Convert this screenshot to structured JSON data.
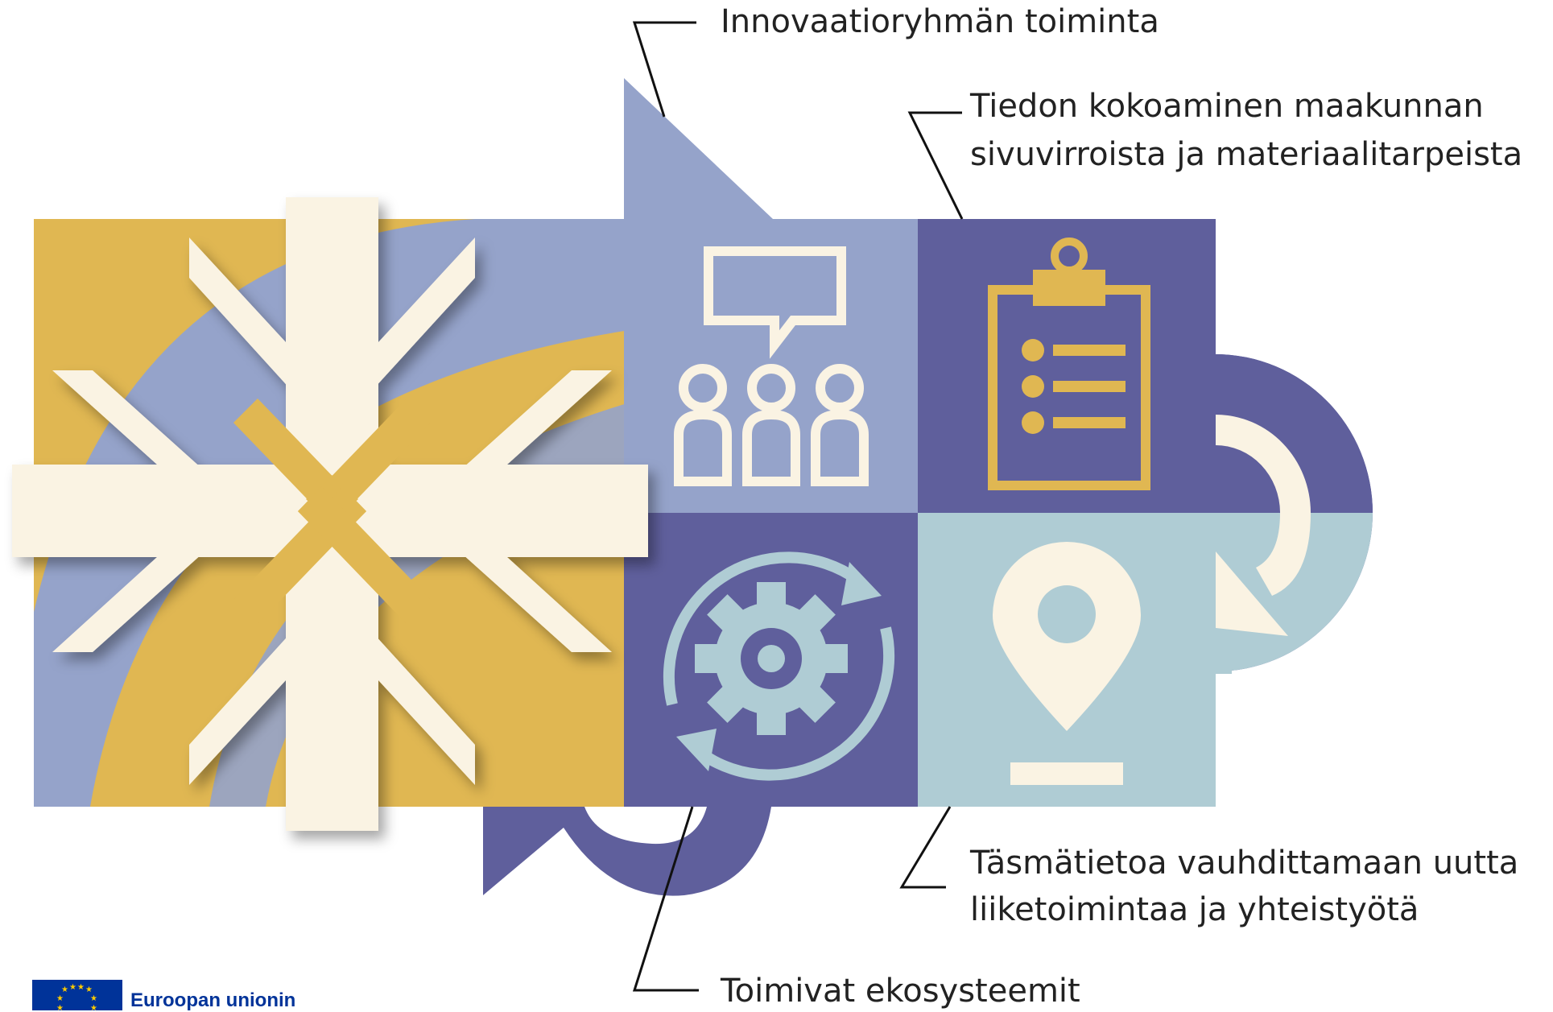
{
  "colors": {
    "gold": "#E0B752",
    "periwinkle": "#95A3CA",
    "indigo": "#5F5F9C",
    "light_blue": "#AFCCD4",
    "cream": "#FAF3E3",
    "line": "#111111",
    "eu_blue": "#003399",
    "eu_star": "#FFCC00"
  },
  "callouts": {
    "innovation_group": "Innovaatioryhmän toiminta",
    "data_collection_line1": "Tiedon kokoaminen maakunnan",
    "data_collection_line2": "sivuvirroista ja materiaalitarpeista",
    "precise_info_line1": "Täsmätietoa vauhdittamaan uutta",
    "precise_info_line2": "liiketoimintaa ja yhteistyötä",
    "ecosystems": "Toimivat ekosysteemit"
  },
  "icons": {
    "team": "people-discussion-icon",
    "clipboard": "clipboard-checklist-icon",
    "gear": "gear-cycle-icon",
    "location": "location-pin-icon",
    "snowflake": "converging-arrows-icon"
  },
  "footer": {
    "eu_label": "Euroopan unionin"
  }
}
